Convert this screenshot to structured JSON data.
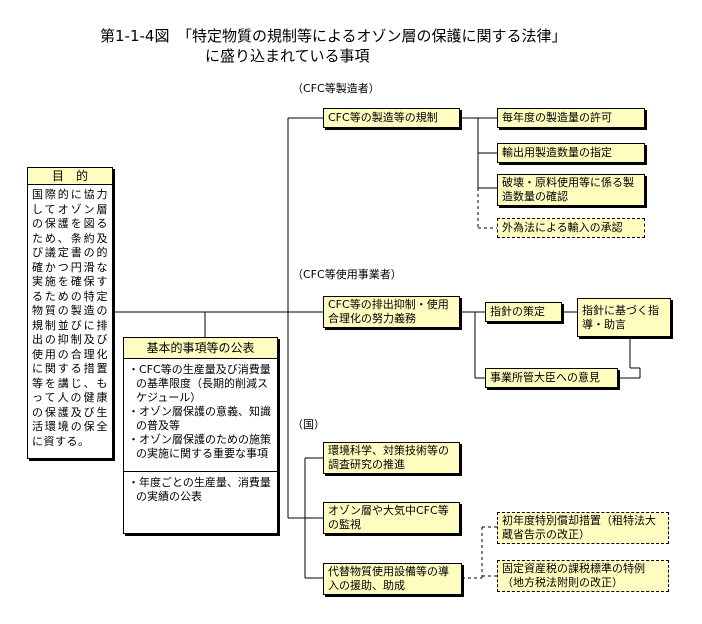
{
  "title": {
    "line1": "第1-1-4図　「特定物質の規制等によるオゾン層の保護に関する法律」",
    "line2": "に盛り込まれている事項"
  },
  "sections": {
    "cfc_makers": "（CFC等製造者）",
    "cfc_users": "（CFC等使用事業者）",
    "government": "（国）"
  },
  "purpose": {
    "header": "目　的",
    "body": "国際的に協力してオゾン層の保護を図るため、条約及び議定書の的確かつ円滑な実施を確保するための特定物質の製造の規制並びに排出の抑制及び使用の合理化に関する措置等を講じ、もって人の健康の保護及び生活環境の保全に資する。"
  },
  "publication": {
    "header": "基本的事項等の公表",
    "items": [
      "・CFC等の生産量及び消費量の基準限度（長期的削減スケジュール）",
      "・オゾン層保護の意義、知識の普及等",
      "・オゾン層保護のための施策の実施に関する重要な事項"
    ],
    "item_annual": "・年度ごとの生産量、消費量の実績の公表"
  },
  "makers": {
    "regulation": "CFC等の製造等の規制",
    "items": [
      "毎年度の製造量の許可",
      "輸出用製造数量の指定",
      "破壊・原料使用等に係る製造数量の確認"
    ],
    "import": "外為法による輸入の承認"
  },
  "users": {
    "effort": "CFC等の排出抑制・使用合理化の努力義務",
    "guideline": "指針の策定",
    "guidance": "指針に基づく指導・助言",
    "minister": "事業所管大臣への意見"
  },
  "gov": {
    "research": "環境科学、対策技術等の調査研究の推進",
    "monitoring": "オゾン層や大気中CFC等の監視",
    "support": "代替物質使用設備等の導入の援助、助成",
    "tax1": "初年度特別償却措置（租特法大蔵省告示の改正）",
    "tax2": "固定資産税の課税標準の特例（地方税法附則の改正）"
  }
}
